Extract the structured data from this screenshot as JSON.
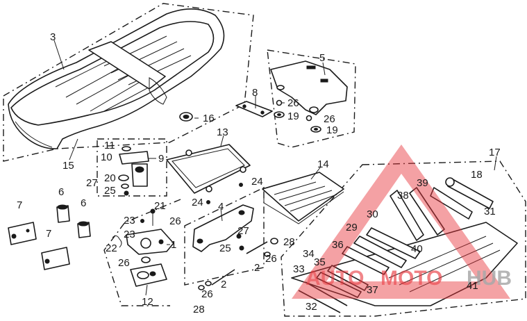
{
  "watermark": {
    "word_left": "AUTO",
    "word_mid": "MOTO",
    "word_right": "HUB",
    "color_red": "#e8363c",
    "color_gray": "#9a9a9a",
    "shape": "triangle-logo"
  },
  "labels": {
    "l3": "3",
    "l15": "15",
    "l16": "16",
    "l5": "5",
    "l8": "8",
    "l26a": "26",
    "l19a": "19",
    "l26b": "26",
    "l19b": "19",
    "l11": "11",
    "l10": "10",
    "l9": "9",
    "l20": "20",
    "l27a": "27",
    "l25a": "25",
    "l13": "13",
    "l24a": "24",
    "l24b": "24",
    "l14": "14",
    "l17": "17",
    "l18": "18",
    "l39": "39",
    "l38": "38",
    "l31": "31",
    "l30": "30",
    "l29": "29",
    "l36": "36",
    "l40": "40",
    "l34": "34",
    "l35": "35",
    "l33": "33",
    "l37": "37",
    "l41": "41",
    "l32": "32",
    "l7a": "7",
    "l6a": "6",
    "l6b": "6",
    "l7b": "7",
    "l21": "21",
    "l23a": "23",
    "l26c": "26",
    "l23b": "23",
    "l1": "1",
    "l22": "22",
    "l26d": "26",
    "l12": "12",
    "l4": "4",
    "l27b": "27",
    "l25b": "25",
    "l28a": "28",
    "l2a": "2",
    "l26e": "26",
    "l2b": "2",
    "l26f": "26",
    "l28b": "28"
  }
}
